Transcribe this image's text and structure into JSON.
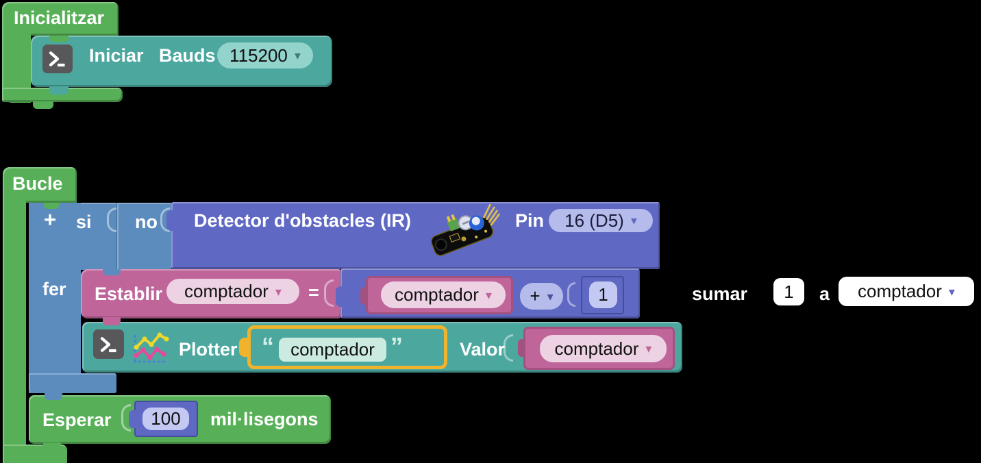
{
  "blocks": {
    "inicialitzar": {
      "label": "Inicialitzar"
    },
    "serial_begin": {
      "label_action": "Iniciar",
      "label_bauds": "Bauds",
      "baud_value": "115200"
    },
    "bucle": {
      "label": "Bucle"
    },
    "if_block": {
      "expand": "+",
      "label_if": "si",
      "label_do": "fer"
    },
    "not_block": {
      "label": "no"
    },
    "ir_detector": {
      "label": "Detector d'obstacles (IR)",
      "pin_label": "Pin",
      "pin_value": "16 (D5)"
    },
    "set_variable": {
      "label": "Establir",
      "variable": "comptador",
      "equals": "="
    },
    "arithmetic": {
      "left_variable": "comptador",
      "operator": "+",
      "right_value": "1"
    },
    "plotter": {
      "label": "Plotter",
      "quote_open": "“",
      "quote_close": "”",
      "series_name": "comptador",
      "value_label": "Valor",
      "value_variable": "comptador"
    },
    "wait": {
      "label": "Esperar",
      "value": "100",
      "unit": "mil·lisegons"
    },
    "change_variable": {
      "label": "sumar",
      "value": "1",
      "to_label": "a",
      "variable": "comptador"
    }
  },
  "icons": {
    "dropdown_arrow": "▾"
  },
  "colors": {
    "background": "#000000",
    "green": "#57B057",
    "teal": "#4CA79F",
    "teal_field": "#92D4CC",
    "blue": "#5C8CBE",
    "indigo": "#5F68C3",
    "indigo_field": "#B5BCEC",
    "indigo_field_light": "#C3C9F2",
    "pink": "#C0659A",
    "pink_border": "#A3517F",
    "pink_field": "#EDD2E3",
    "mint_field": "#CBEBE0",
    "gold_highlight": "#F1B32B",
    "icon_background": "#58585A",
    "label_text": "#FFFFFF",
    "field_text": "#111111"
  }
}
